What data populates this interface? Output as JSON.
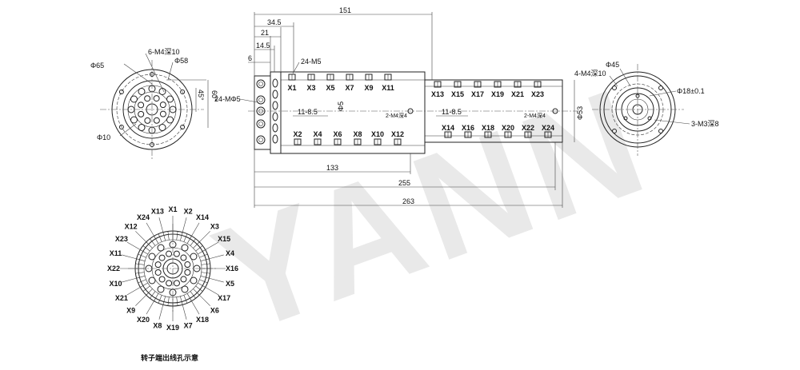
{
  "watermark": "YANN",
  "dims": {
    "total_263": "263",
    "total_255": "255",
    "d151": "151",
    "d133": "133",
    "d34_5": "34.5",
    "d21": "21",
    "d14_5": "14.5",
    "d6": "6",
    "m5_24": "24-M5",
    "m5_24_side": "24-MΦ5",
    "hole_left": "11-8.5",
    "hole_right": "11-8.5",
    "phi5": "Φ5",
    "phi53": "Φ53",
    "m2_a": "2-M4深4",
    "m2_b": "2-M4深4"
  },
  "left_view": {
    "phi65": "Φ65",
    "m4": "6-M4深10",
    "phi58": "Φ58",
    "a45": "45°",
    "a60": "60°",
    "phi10": "Φ10"
  },
  "right_view": {
    "phi45": "Φ45",
    "m4": "4-M4深10",
    "phi18": "Φ18±0.1",
    "m3": "3-M3深8"
  },
  "top_labels_a": [
    "X1",
    "X3",
    "X5",
    "X7",
    "X9",
    "X11"
  ],
  "bottom_labels_a": [
    "X2",
    "X4",
    "X6",
    "X8",
    "X10",
    "X12"
  ],
  "top_labels_b": [
    "X13",
    "X15",
    "X17",
    "X19",
    "X21",
    "X23"
  ],
  "bottom_labels_b": [
    "X14",
    "X16",
    "X18",
    "X20",
    "X22",
    "X24"
  ],
  "pin_labels": [
    "X1",
    "X2",
    "X14",
    "X3",
    "X15",
    "X4",
    "X16",
    "X5",
    "X17",
    "X6",
    "X18",
    "X7",
    "X19",
    "X8",
    "X20",
    "X9",
    "X21",
    "X10",
    "X22",
    "X11",
    "X23",
    "X12",
    "X24",
    "X13"
  ],
  "caption": "转子端出线孔示意"
}
